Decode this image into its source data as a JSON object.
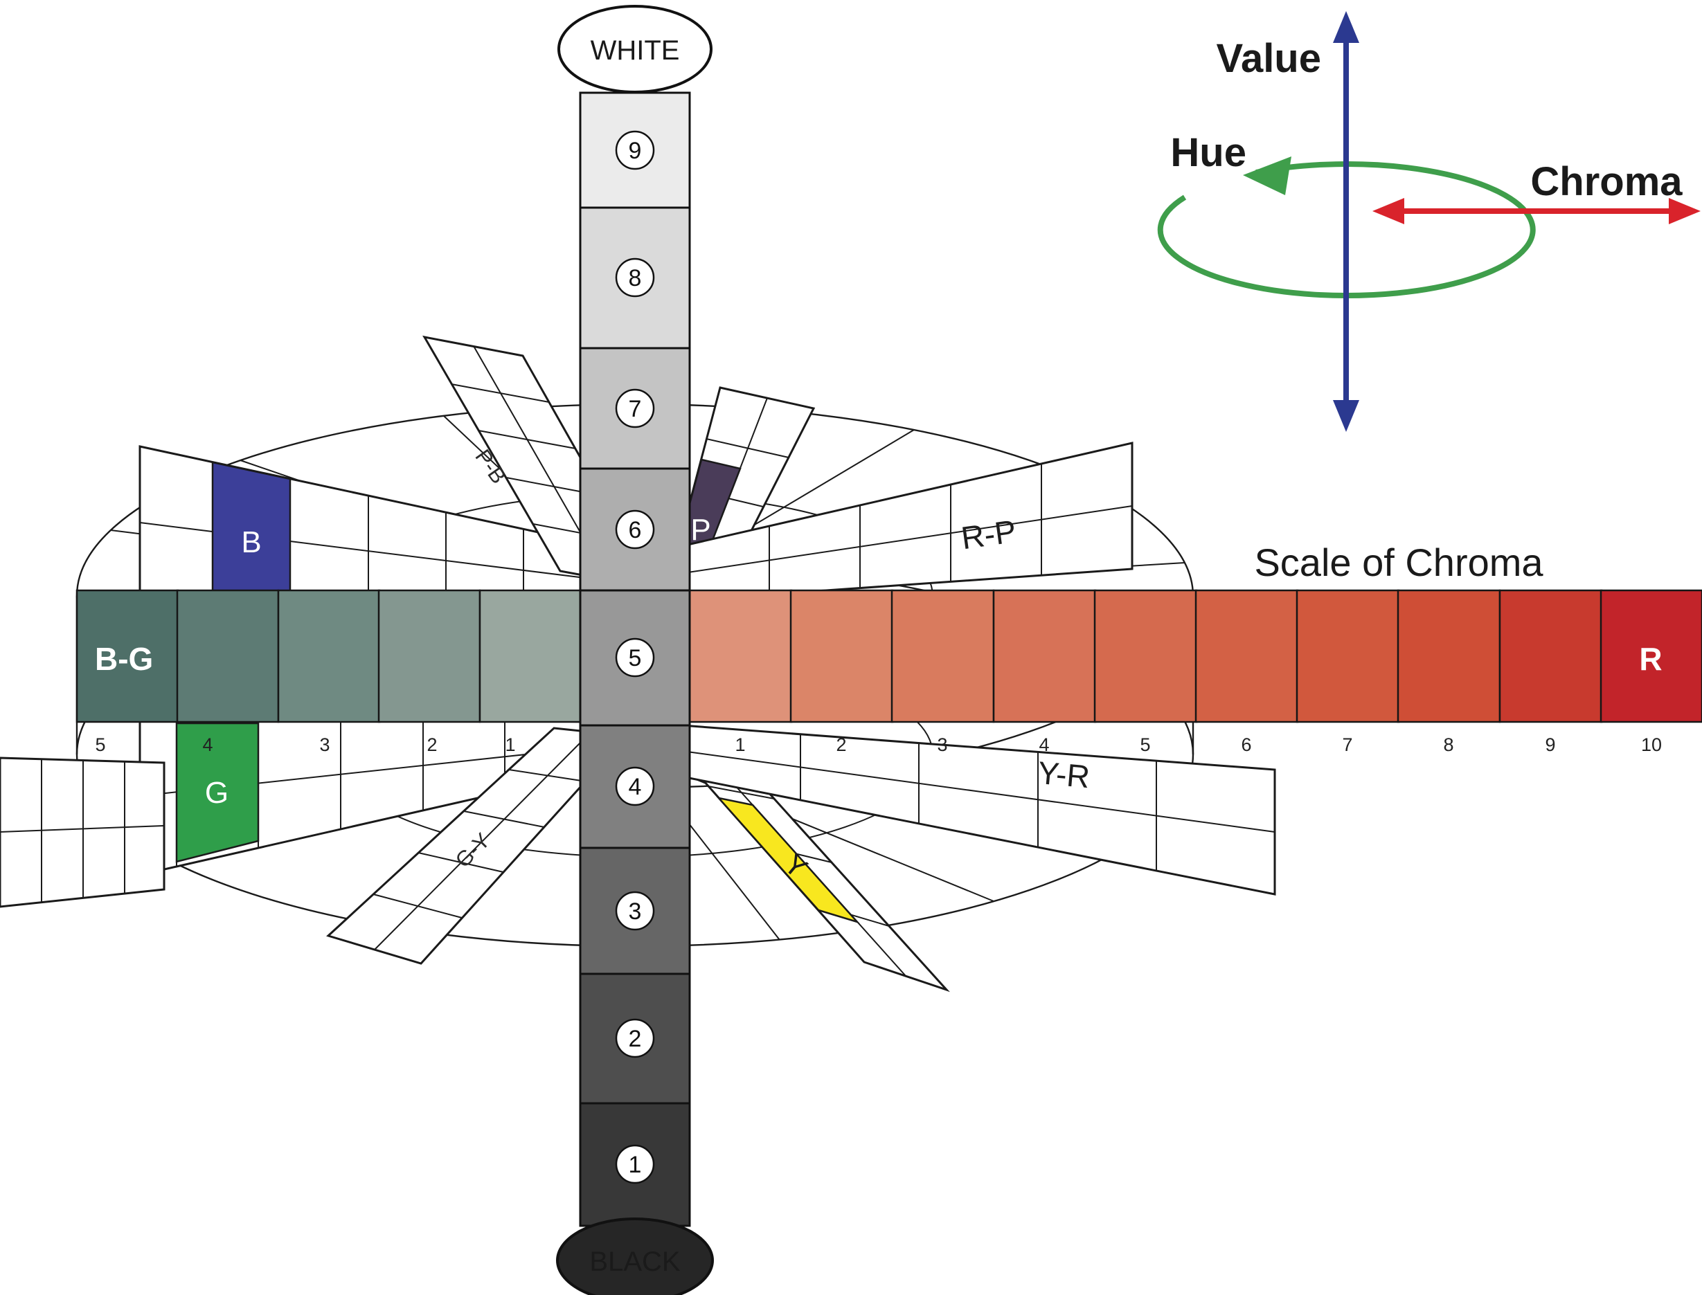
{
  "legend": {
    "value_label": "Value",
    "hue_label": "Hue",
    "chroma_label": "Chroma"
  },
  "colors": {
    "value_axis": "#2b3990",
    "hue_axis": "#3f9e4b",
    "chroma_axis": "#d9232b",
    "scale_heading": "#3d4451"
  },
  "value_scale": {
    "top_label": "WHITE",
    "bottom_label": "BLACK",
    "steps": [
      {
        "num": "9",
        "color": "#ebebeb"
      },
      {
        "num": "8",
        "color": "#dadada"
      },
      {
        "num": "7",
        "color": "#c4c4c4"
      },
      {
        "num": "6",
        "color": "#aeaeae"
      },
      {
        "num": "5",
        "color": "#989898"
      },
      {
        "num": "4",
        "color": "#808080"
      },
      {
        "num": "3",
        "color": "#666666"
      },
      {
        "num": "2",
        "color": "#4e4e4e"
      },
      {
        "num": "1",
        "color": "#383838"
      }
    ]
  },
  "chroma_scale": {
    "heading": "Scale of Chroma",
    "left": {
      "label": "B-G",
      "ticks": [
        "5",
        "4",
        "3",
        "2",
        "1"
      ],
      "cell_colors": [
        "#4e6f68",
        "#5d7b74",
        "#6f8a82",
        "#849790",
        "#99a79f"
      ]
    },
    "right": {
      "label": "R",
      "ticks": [
        "1",
        "2",
        "3",
        "4",
        "5",
        "6",
        "7",
        "8",
        "9",
        "10"
      ],
      "cell_colors": [
        "#de9279",
        "#db8568",
        "#d97b5e",
        "#d77257",
        "#d56a4e",
        "#d36145",
        "#d1583d",
        "#cf4e36",
        "#c83a2e",
        "#c2242a"
      ]
    }
  },
  "hue_labels": {
    "b": "B",
    "pb": "P-B",
    "p": "P",
    "rp": "R-P",
    "g": "G",
    "gy": "G-Y",
    "y": "Y",
    "yr": "Y-R"
  },
  "patch_colors": {
    "b": "#3c3f99",
    "p": "#4a3c59",
    "g": "#2f9e4a",
    "y": "#f8e71f",
    "y_text": "#9b9b9b"
  }
}
